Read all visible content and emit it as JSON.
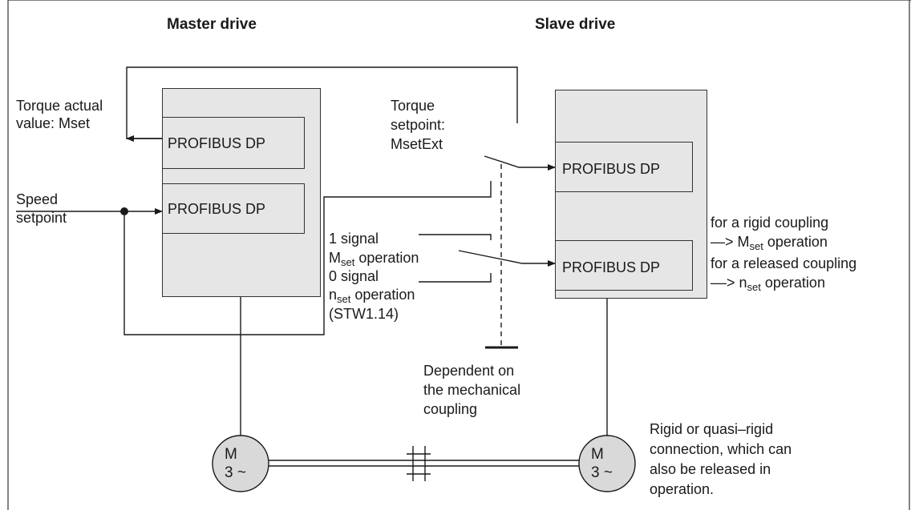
{
  "headings": {
    "master": "Master drive",
    "slave": "Slave drive"
  },
  "labels": {
    "torque_actual_1": "Torque actual",
    "torque_actual_2": "value: Mset",
    "speed_1": "Speed",
    "speed_2": "setpoint",
    "torque_sp_1": "Torque",
    "torque_sp_2": "setpoint:",
    "torque_sp_3": "MsetExt",
    "signal_1": "1 signal",
    "mset_op_prefix": "M",
    "mset_op_sub": "set",
    "mset_op_suffix": " operation",
    "signal_0": "0 signal",
    "nset_op_prefix": "n",
    "nset_op_sub": "set",
    "nset_op_suffix": " operation",
    "stw": "(STW1.14)",
    "dependent_1": "Dependent on",
    "dependent_2": "the mechanical",
    "dependent_3": "coupling",
    "rigid_1": "for a rigid coupling",
    "rigid_2_prefix": "—> M",
    "rigid_2_sub": "set",
    "rigid_2_suffix": " operation",
    "released_1": "for a released coupling",
    "released_2_prefix": "––> n",
    "released_2_sub": "set",
    "released_2_suffix": " operation",
    "connection_1": "Rigid or quasi–rigid",
    "connection_2": "connection, which can",
    "connection_3": "also be released in",
    "connection_4": "operation."
  },
  "blocks": {
    "master_top": "PROFIBUS DP",
    "master_bottom": "PROFIBUS DP",
    "slave_top": "PROFIBUS DP",
    "slave_bottom": "PROFIBUS DP"
  },
  "motors": {
    "master": {
      "line1": "M",
      "line2": "3 ~"
    },
    "slave": {
      "line1": "M",
      "line2": "3 ~"
    }
  }
}
